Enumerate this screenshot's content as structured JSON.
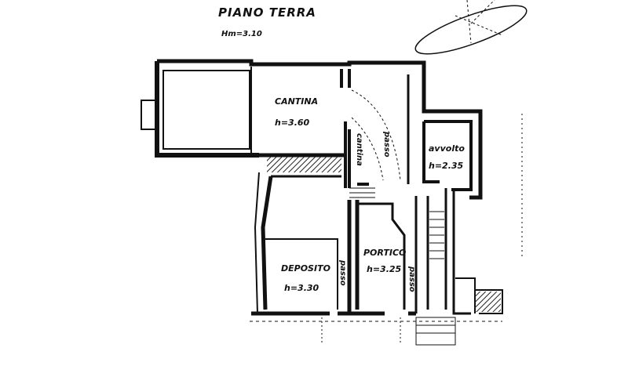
{
  "header": {
    "title": "PIANO TERRA",
    "height": "Hm=3.10"
  },
  "rooms": {
    "cantina": {
      "name": "CANTINA",
      "height": "h=3.60"
    },
    "cantina_small": {
      "name": "cantina"
    },
    "passo_top": {
      "name": "passo"
    },
    "avvolto": {
      "name": "avvolto",
      "height": "h=2.35"
    },
    "deposito": {
      "name": "DEPOSITO",
      "height": "h=3.30"
    },
    "passo_left": {
      "name": "passo"
    },
    "portico": {
      "name": "PORTICO",
      "height": "h=3.25"
    },
    "passo_right": {
      "name": "passo"
    }
  },
  "colors": {
    "wall": "#111111",
    "paper": "#ffffff"
  }
}
